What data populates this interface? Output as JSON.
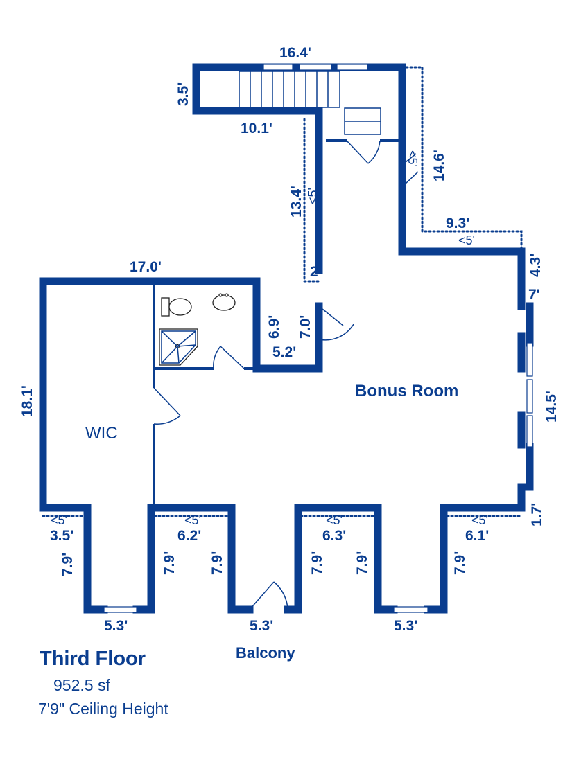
{
  "plan": {
    "floor_title": "Third Floor",
    "area": "952.5 sf",
    "ceiling": "7'9\" Ceiling Height",
    "rooms": {
      "bonus": "Bonus Room",
      "wic": "WIC",
      "balcony": "Balcony"
    },
    "dims": {
      "stair_width": "16.4'",
      "stair_depth": "3.5'",
      "stair_lower": "10.1'",
      "hall_height": "13.4'",
      "hall_low": "<5'",
      "hall_small": "2",
      "right_upper": "14.6'",
      "right_upper_low": "<5'",
      "right_step": "9.3'",
      "right_step_low": "<5'",
      "right_corner": "4.3'",
      "right_jog_top": "7'",
      "right_wall": "14.5'",
      "right_jog_bottom": "1.7'",
      "left_width": "17.0'",
      "left_height": "18.1'",
      "bath_height": "6.9'",
      "bath_door_height": "7.0'",
      "bath_width": "5.2'",
      "bay1_low": "<5'",
      "bay1_width": "3.5'",
      "bay1_depth": "7.9'",
      "bay2_low": "<5'",
      "bay2_width": "6.2'",
      "bay2_depth_l": "7.9'",
      "bay2_depth_r": "7.9'",
      "bay3_low": "<5'",
      "bay3_width": "6.3'",
      "bay3_depth_l": "7.9'",
      "bay3_depth_r": "7.9'",
      "bay4_low": "<5'",
      "bay4_width": "6.1'",
      "bay4_depth": "7.9'",
      "bottom1": "5.3'",
      "bottom2": "5.3'",
      "bottom3": "5.3'"
    }
  }
}
